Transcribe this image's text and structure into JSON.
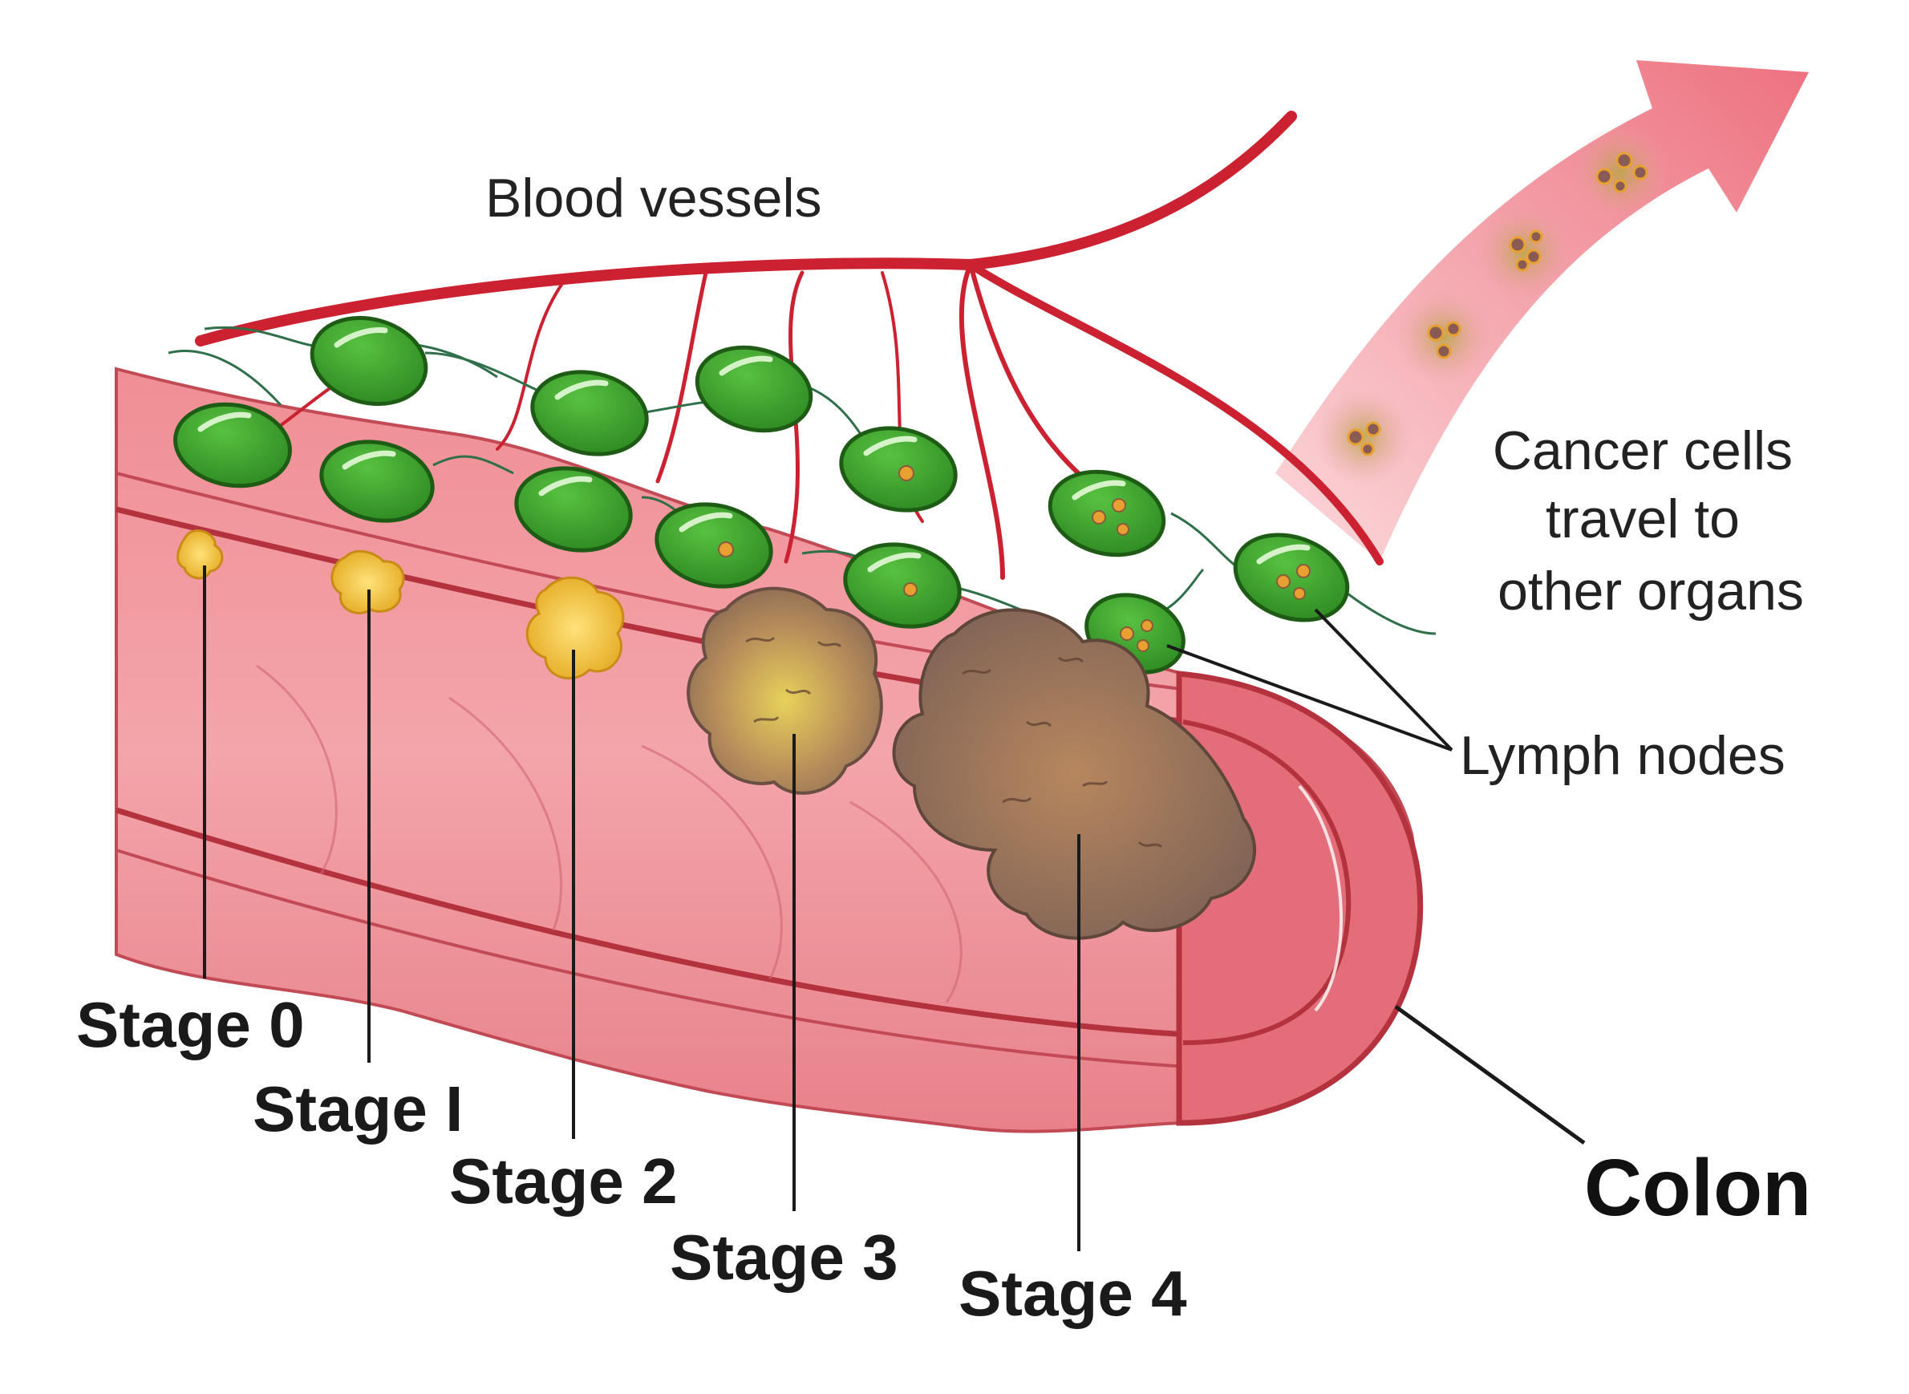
{
  "labels": {
    "blood_vessels": "Blood vessels",
    "cancer_cells": [
      "Cancer cells",
      "travel to",
      "other organs"
    ],
    "lymph_nodes": "Lymph nodes",
    "colon": "Colon",
    "stages": [
      "Stage 0",
      "Stage I",
      "Stage 2",
      "Stage 3",
      "Stage 4"
    ]
  },
  "colors": {
    "colon_body": "#e87a82",
    "colon_light": "#f4a4a9",
    "colon_dark": "#c8505a",
    "vessel": "#cc2130",
    "lymph_fill": "#3fa232",
    "lymph_stroke": "#1e5c16",
    "tumor_early": "#f2c33a",
    "tumor_late": "#9a7a68",
    "arrow": "#ef7f8a"
  }
}
